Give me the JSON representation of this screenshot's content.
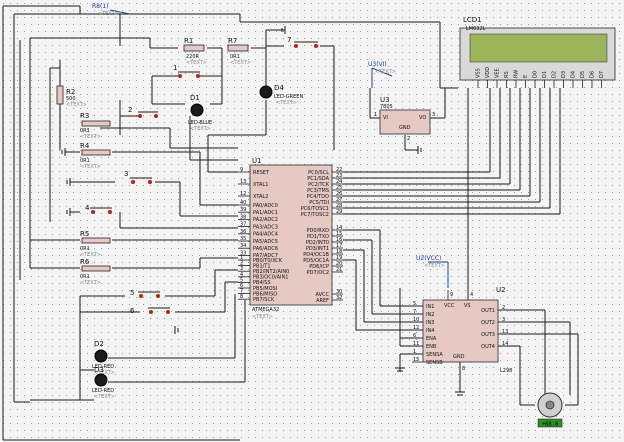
{
  "lcd": {
    "ref": "LCD1",
    "model": "LM032L",
    "pins": [
      "VSS",
      "VDD",
      "VEE",
      "RS",
      "RW",
      "E",
      "D0",
      "D1",
      "D2",
      "D3",
      "D4",
      "D5",
      "D6",
      "D7"
    ]
  },
  "u1": {
    "ref": "U1",
    "model": "ATMEGA32",
    "text": "<TEXT>",
    "left_pins": [
      {
        "n": "9",
        "name": "RESET"
      },
      {
        "n": "13",
        "name": "XTAL1"
      },
      {
        "n": "12",
        "name": "XTAL2"
      },
      {
        "n": "40",
        "name": "PA0/ADC0"
      },
      {
        "n": "39",
        "name": "PA1/ADC1"
      },
      {
        "n": "38",
        "name": "PA2/ADC2"
      },
      {
        "n": "37",
        "name": "PA3/ADC3"
      },
      {
        "n": "36",
        "name": "PA4/ADC4"
      },
      {
        "n": "35",
        "name": "PA5/ADC5"
      },
      {
        "n": "34",
        "name": "PA6/ADC6"
      },
      {
        "n": "33",
        "name": "PA7/ADC7"
      },
      {
        "n": "1",
        "name": "PB0/T0/XCK"
      },
      {
        "n": "2",
        "name": "PB1/T1"
      },
      {
        "n": "3",
        "name": "PB2/INT2/AIN0"
      },
      {
        "n": "4",
        "name": "PB3/OC0/AIN1"
      },
      {
        "n": "5",
        "name": "PB4/SS"
      },
      {
        "n": "6",
        "name": "PB5/MOSI"
      },
      {
        "n": "7",
        "name": "PB6/MISO"
      },
      {
        "n": "8",
        "name": "PB7/SCK"
      }
    ],
    "right_pins": [
      {
        "n": "22",
        "name": "PC0/SCL"
      },
      {
        "n": "23",
        "name": "PC1/SDA"
      },
      {
        "n": "24",
        "name": "PC2/TCK"
      },
      {
        "n": "25",
        "name": "PC3/TMS"
      },
      {
        "n": "26",
        "name": "PC4/TDO"
      },
      {
        "n": "27",
        "name": "PC5/TDI"
      },
      {
        "n": "28",
        "name": "PC6/TOSC1"
      },
      {
        "n": "29",
        "name": "PC7/TOSC2"
      },
      {
        "n": "14",
        "name": "PD0/RXD"
      },
      {
        "n": "15",
        "name": "PD1/TXD"
      },
      {
        "n": "16",
        "name": "PD2/INT0"
      },
      {
        "n": "17",
        "name": "PD3/INT1"
      },
      {
        "n": "18",
        "name": "PD4/OC1B"
      },
      {
        "n": "19",
        "name": "PD5/OC1A"
      },
      {
        "n": "20",
        "name": "PD6/ICP"
      },
      {
        "n": "21",
        "name": "PD7/OC2"
      },
      {
        "n": "30",
        "name": "AVCC"
      },
      {
        "n": "32",
        "name": "AREF"
      }
    ]
  },
  "u2": {
    "ref": "U2",
    "model": "L298",
    "left_pins": [
      {
        "n": "5",
        "name": "IN1"
      },
      {
        "n": "7",
        "name": "IN2"
      },
      {
        "n": "10",
        "name": "IN3"
      },
      {
        "n": "12",
        "name": "IN4"
      },
      {
        "n": "6",
        "name": "ENA"
      },
      {
        "n": "11",
        "name": "ENB"
      },
      {
        "n": "1",
        "name": "SENSA"
      },
      {
        "n": "15",
        "name": "SENSB"
      }
    ],
    "right_pins": [
      {
        "n": "2",
        "name": "OUT1"
      },
      {
        "n": "3",
        "name": "OUT2"
      },
      {
        "n": "13",
        "name": "OUT3"
      },
      {
        "n": "14",
        "name": "OUT4"
      }
    ],
    "top": [
      {
        "n": "9",
        "name": "VCC"
      },
      {
        "n": "4",
        "name": "VS"
      }
    ],
    "bottom": [
      {
        "n": "8",
        "name": "GND"
      }
    ]
  },
  "u3": {
    "ref": "U3",
    "model": "7805",
    "vi": "VI",
    "vo": "VO",
    "gnd": "GND",
    "pins": [
      "1",
      "3",
      "2"
    ]
  },
  "resistors": [
    {
      "ref": "R1",
      "value": "220R",
      "text": "<TEXT>"
    },
    {
      "ref": "R7",
      "value": "0R1",
      "text": "<TEXT>"
    },
    {
      "ref": "R2",
      "value": "500",
      "text": "<TEXT>"
    },
    {
      "ref": "R3",
      "value": "0R1",
      "text": "<TEXT>"
    },
    {
      "ref": "R4",
      "value": "0R1",
      "text": "<TEXT>"
    },
    {
      "ref": "R5",
      "value": "0R1",
      "text": "<TEXT>"
    },
    {
      "ref": "R6",
      "value": "0R1",
      "text": "<TEXT>"
    }
  ],
  "r8": {
    "ref": "R8(1)",
    "text": "<TEXT>"
  },
  "switches": [
    "1",
    "2",
    "3",
    "4",
    "5",
    "6",
    "7"
  ],
  "leds": [
    {
      "ref": "D1",
      "label": "LED-BLUE",
      "text": "<TEXT>"
    },
    {
      "ref": "D4",
      "label": "LED-GREEN",
      "text": "<TEXT>"
    },
    {
      "ref": "D2",
      "label": "LED-RED",
      "text": "<TEXT>"
    },
    {
      "ref": "D3",
      "label": "LED-RED",
      "text": "<TEXT>"
    }
  ],
  "power": [
    {
      "label": "U3(VI)",
      "text": "<TEXT>"
    },
    {
      "label": "U2(VCC)",
      "text": "<TEXT>"
    }
  ],
  "motor_label": "+88.8",
  "colors": {
    "chip": "#e6c9c3",
    "lcd_screen": "#9bb35a",
    "wire": "#1a1a1a",
    "motor_box": "#2d8a2d"
  }
}
